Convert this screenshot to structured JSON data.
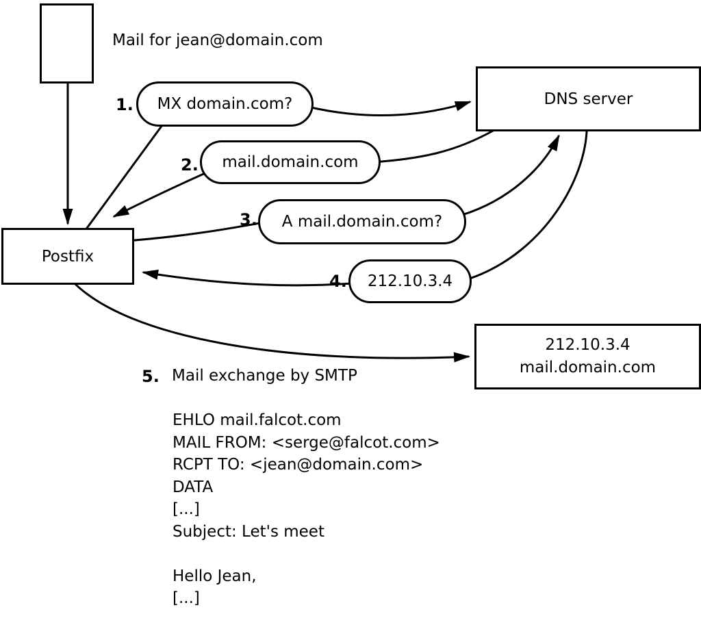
{
  "colors": {
    "stroke": "#000000",
    "background": "#ffffff"
  },
  "diagram": {
    "mail_label": "Mail for jean@domain.com",
    "postfix_label": "Postfix",
    "dns_label": "DNS server",
    "target_box": {
      "line1": "212.10.3.4",
      "line2": "mail.domain.com"
    },
    "steps": [
      {
        "num": "1.",
        "label": "MX domain.com?"
      },
      {
        "num": "2.",
        "label": "mail.domain.com"
      },
      {
        "num": "3.",
        "label": "A mail.domain.com?"
      },
      {
        "num": "4.",
        "label": "212.10.3.4"
      }
    ],
    "step5": {
      "num": "5.",
      "label": "Mail exchange by SMTP"
    },
    "smtp": [
      "EHLO mail.falcot.com",
      "MAIL FROM: <serge@falcot.com>",
      "RCPT TO: <jean@domain.com>",
      "DATA",
      "[...]",
      "Subject: Let's meet",
      "",
      "Hello Jean,",
      "[...]",
      "",
      "."
    ]
  }
}
